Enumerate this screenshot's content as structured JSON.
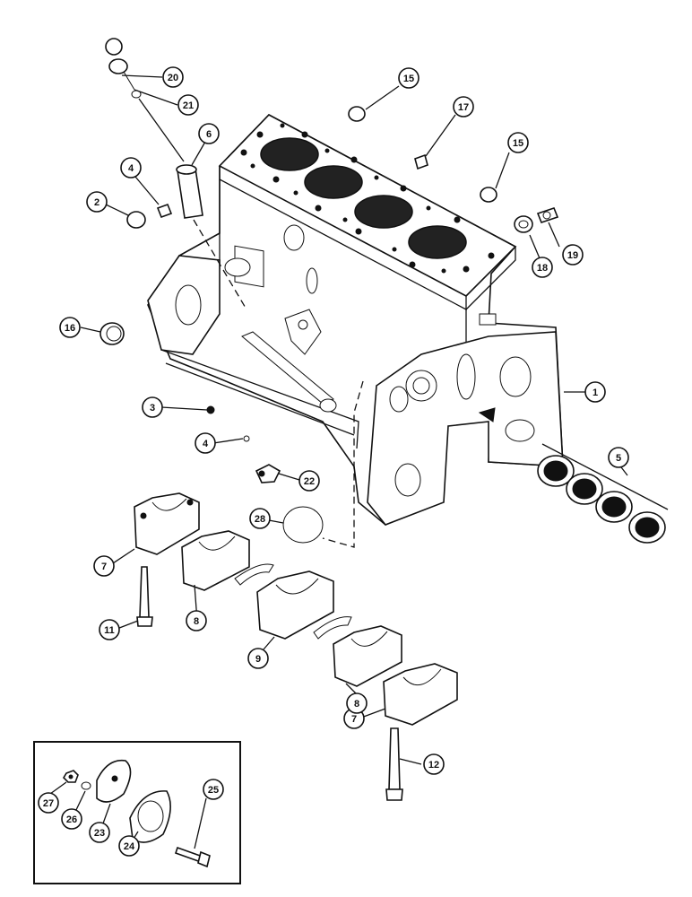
{
  "callouts": [
    {
      "id": "1",
      "label": "1"
    },
    {
      "id": "2",
      "label": "2"
    },
    {
      "id": "3",
      "label": "3"
    },
    {
      "id": "4a",
      "label": "4"
    },
    {
      "id": "4b",
      "label": "4"
    },
    {
      "id": "5",
      "label": "5"
    },
    {
      "id": "6",
      "label": "6"
    },
    {
      "id": "7a",
      "label": "7"
    },
    {
      "id": "7b",
      "label": "7"
    },
    {
      "id": "8a",
      "label": "8"
    },
    {
      "id": "8b",
      "label": "8"
    },
    {
      "id": "9",
      "label": "9"
    },
    {
      "id": "11",
      "label": "11"
    },
    {
      "id": "12",
      "label": "12"
    },
    {
      "id": "15a",
      "label": "15"
    },
    {
      "id": "15b",
      "label": "15"
    },
    {
      "id": "16",
      "label": "16"
    },
    {
      "id": "17",
      "label": "17"
    },
    {
      "id": "18",
      "label": "18"
    },
    {
      "id": "19",
      "label": "19"
    },
    {
      "id": "20",
      "label": "20"
    },
    {
      "id": "21",
      "label": "21"
    },
    {
      "id": "22",
      "label": "22"
    },
    {
      "id": "23",
      "label": "23"
    },
    {
      "id": "24",
      "label": "24"
    },
    {
      "id": "25",
      "label": "25"
    },
    {
      "id": "26",
      "label": "26"
    },
    {
      "id": "27",
      "label": "27"
    },
    {
      "id": "28",
      "label": "28"
    }
  ]
}
